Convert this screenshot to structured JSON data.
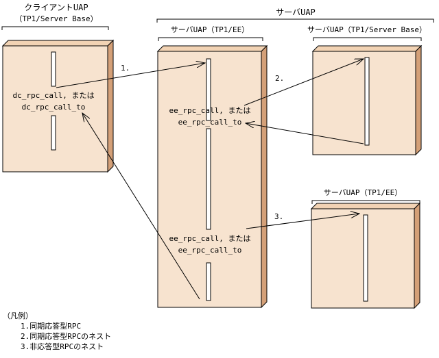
{
  "client": {
    "title": "クライアントUAP",
    "subtitle": "（TP1/Server Base）",
    "call_line1": "dc_rpc_call, または",
    "call_line2": "dc_rpc_call_to"
  },
  "server_group": {
    "title": "サーバUAP"
  },
  "server_ee": {
    "title": "サーバUAP（TP1/EE）",
    "call_a_line1": "ee_rpc_call, または",
    "call_a_line2": "ee_rpc_call_to",
    "call_b_line1": "ee_rpc_call, または",
    "call_b_line2": "ee_rpc_call_to"
  },
  "server_base": {
    "title": "サーバUAP（TP1/Server Base）"
  },
  "server_ee2": {
    "title": "サーバUAP（TP1/EE）"
  },
  "arrows": {
    "a1": "1.",
    "a2": "2.",
    "a3": "3."
  },
  "legend": {
    "heading": "（凡例）",
    "items": [
      "1.同期応答型RPC",
      "2.同期応答型RPCのネスト",
      "3.非応答型RPCのネスト"
    ]
  },
  "colors": {
    "box_fill": "#f7e3cf",
    "box_side": "#d4a078",
    "line": "#000000"
  }
}
